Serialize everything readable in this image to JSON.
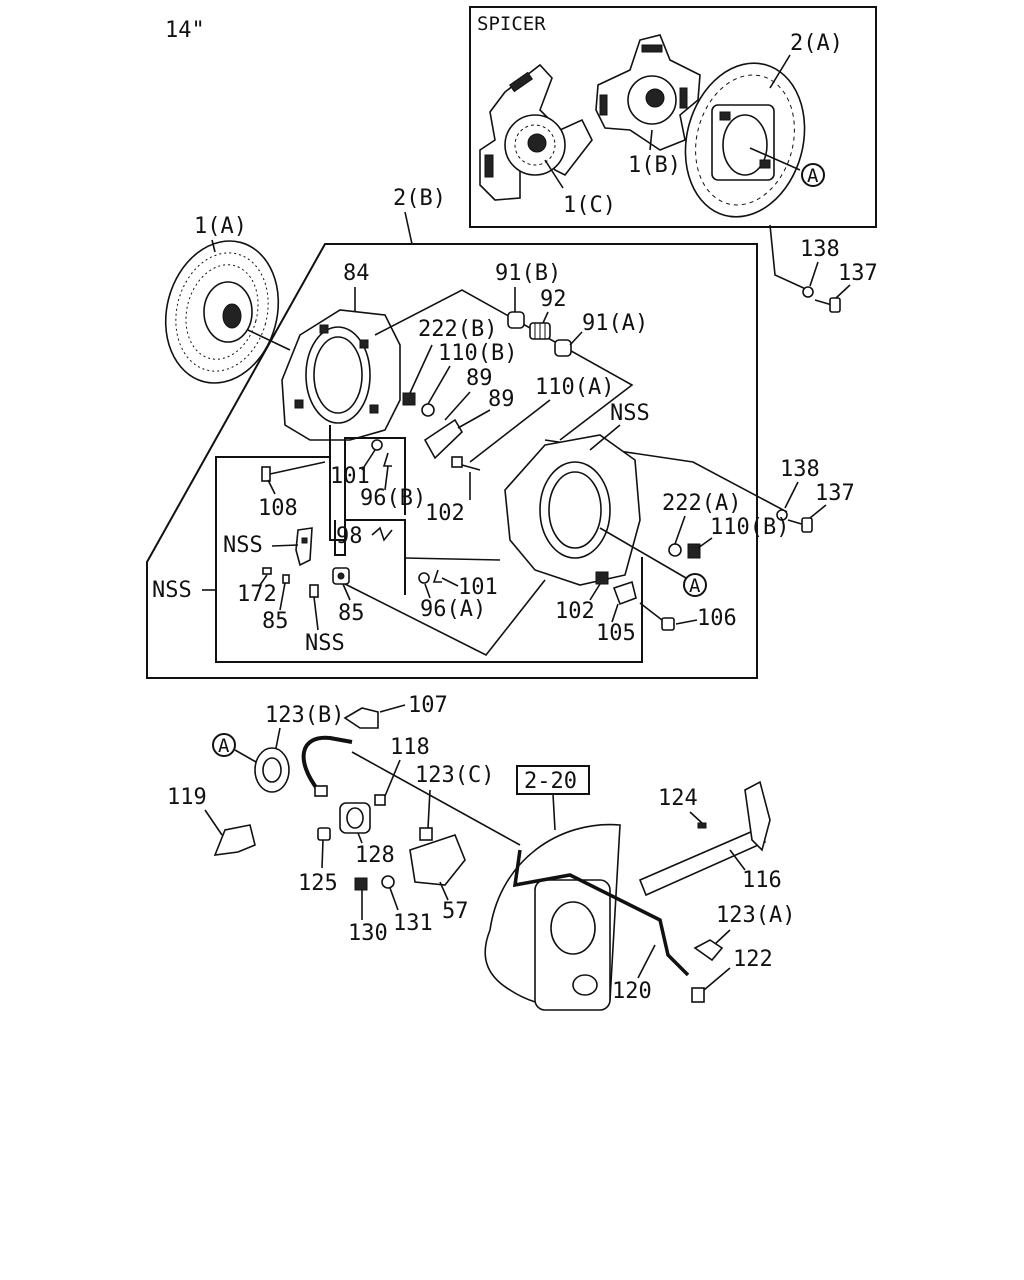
{
  "header": {
    "size_note": "14\""
  },
  "inset": {
    "title": "SPICER"
  },
  "reference_box": "2-20",
  "callouts": [
    {
      "id": "2A",
      "text": "2(A)"
    },
    {
      "id": "1B",
      "text": "1(B)"
    },
    {
      "id": "1C",
      "text": "1(C)"
    },
    {
      "id": "2B",
      "text": "2(B)"
    },
    {
      "id": "1A",
      "text": "1(A)"
    },
    {
      "id": "84",
      "text": "84"
    },
    {
      "id": "91B",
      "text": "91(B)"
    },
    {
      "id": "92",
      "text": "92"
    },
    {
      "id": "91A",
      "text": "91(A)"
    },
    {
      "id": "222B",
      "text": "222(B)"
    },
    {
      "id": "110B_top",
      "text": "110(B)"
    },
    {
      "id": "89a",
      "text": "89"
    },
    {
      "id": "89b",
      "text": "89"
    },
    {
      "id": "110A",
      "text": "110(A)"
    },
    {
      "id": "NSS_top",
      "text": "NSS"
    },
    {
      "id": "138_top",
      "text": "138"
    },
    {
      "id": "137_top",
      "text": "137"
    },
    {
      "id": "138_mid",
      "text": "138"
    },
    {
      "id": "137_mid",
      "text": "137"
    },
    {
      "id": "101_top",
      "text": "101"
    },
    {
      "id": "102_top",
      "text": "102"
    },
    {
      "id": "96B",
      "text": "96(B)"
    },
    {
      "id": "222A",
      "text": "222(A)"
    },
    {
      "id": "110B_low",
      "text": "110(B)"
    },
    {
      "id": "108",
      "text": "108"
    },
    {
      "id": "NSS_left",
      "text": "NSS"
    },
    {
      "id": "98",
      "text": "98"
    },
    {
      "id": "172",
      "text": "172"
    },
    {
      "id": "85a",
      "text": "85"
    },
    {
      "id": "85b",
      "text": "85"
    },
    {
      "id": "NSS_low",
      "text": "NSS"
    },
    {
      "id": "96A",
      "text": "96(A)"
    },
    {
      "id": "101_low",
      "text": "101"
    },
    {
      "id": "102_low",
      "text": "102"
    },
    {
      "id": "105",
      "text": "105"
    },
    {
      "id": "106",
      "text": "106"
    },
    {
      "id": "107",
      "text": "107"
    },
    {
      "id": "123B",
      "text": "123(B)"
    },
    {
      "id": "118",
      "text": "118"
    },
    {
      "id": "119a",
      "text": "119"
    },
    {
      "id": "123C",
      "text": "123(C)"
    },
    {
      "id": "124",
      "text": "124"
    },
    {
      "id": "128",
      "text": "128"
    },
    {
      "id": "116",
      "text": "116"
    },
    {
      "id": "125",
      "text": "125"
    },
    {
      "id": "119b",
      "text": "119"
    },
    {
      "id": "57",
      "text": "57"
    },
    {
      "id": "130",
      "text": "130"
    },
    {
      "id": "131",
      "text": "131"
    },
    {
      "id": "123A",
      "text": "123(A)"
    },
    {
      "id": "122",
      "text": "122"
    },
    {
      "id": "120",
      "text": "120"
    }
  ],
  "markers": [
    {
      "id": "A_inset",
      "text": "A"
    },
    {
      "id": "A_plate",
      "text": "A"
    },
    {
      "id": "A_bearing",
      "text": "A"
    }
  ]
}
